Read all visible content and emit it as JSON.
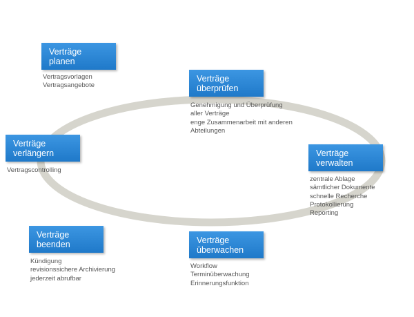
{
  "diagram": {
    "stages": [
      {
        "title": [
          "Verträge",
          "planen"
        ],
        "details": [
          "Vertragsvorlagen",
          "Vertragsangebote"
        ]
      },
      {
        "title": [
          "Verträge",
          "überprüfen"
        ],
        "details": [
          "Genehmigung und Überprüfung",
          "aller Verträge",
          "enge Zusammenarbeit mit anderen",
          "Abteilungen"
        ]
      },
      {
        "title": [
          "Verträge",
          "verlängern"
        ],
        "details": [
          "Vertragscontrolling"
        ]
      },
      {
        "title": [
          "Verträge",
          "verwalten"
        ],
        "details": [
          "zentrale Ablage",
          "sämtlicher Dokumente",
          "schnelle Recherche",
          "Protokollierung",
          "Reporting"
        ]
      },
      {
        "title": [
          "Verträge",
          "beenden"
        ],
        "details": [
          "Kündigung",
          "revisionssichere Archivierung",
          "jederzeit abrufbar"
        ]
      },
      {
        "title": [
          "Verträge",
          "überwachen"
        ],
        "details": [
          "Workflow",
          "Terminüberwachung",
          "Erinnerungsfunktion"
        ]
      }
    ]
  },
  "colors": {
    "box": "#2b86d6",
    "ring": "#d6d5cd",
    "detail_text": "#555555"
  }
}
